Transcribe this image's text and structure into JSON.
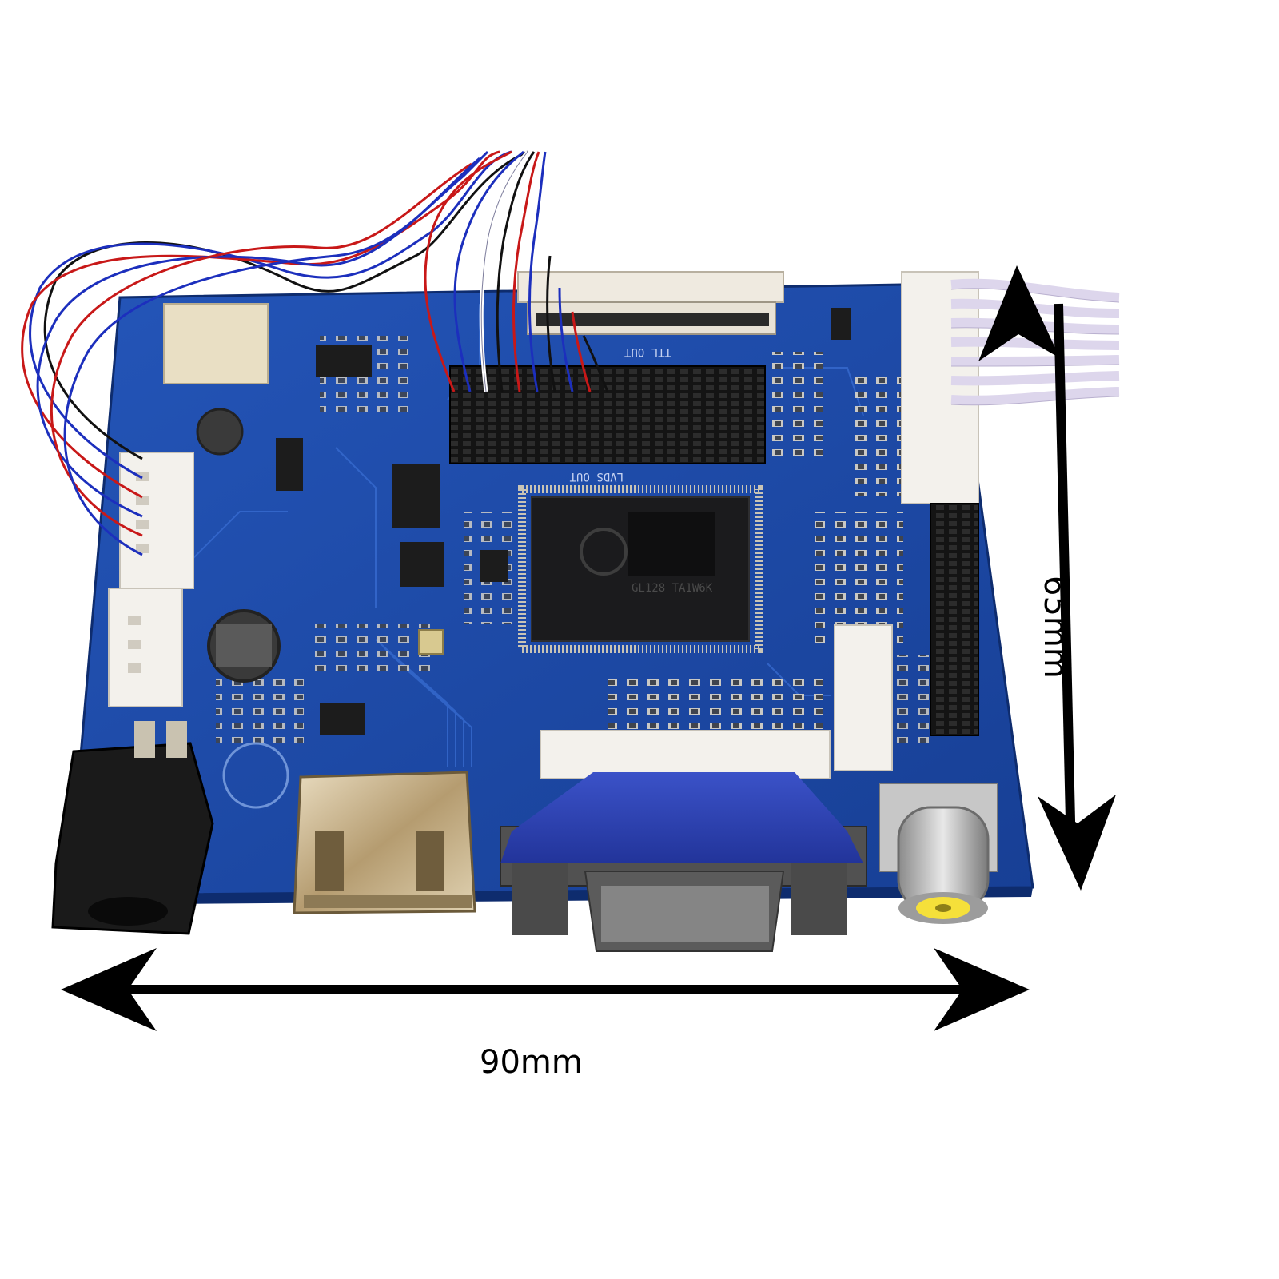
{
  "image": {
    "subject": "LCD controller board",
    "board_color": "#1f4fb0",
    "background_color": "#ffffff"
  },
  "pcb_silkscreen": {
    "ttl_out": "TTL OUT",
    "lvds_out": "LVDS OUT",
    "chip_marking": "GL128 TA1W6K"
  },
  "dimensions": {
    "width_label": "90mm",
    "height_label": "65mm",
    "arrow_color": "#000000"
  },
  "icons": [
    "double-arrow-horizontal",
    "double-arrow-vertical"
  ]
}
